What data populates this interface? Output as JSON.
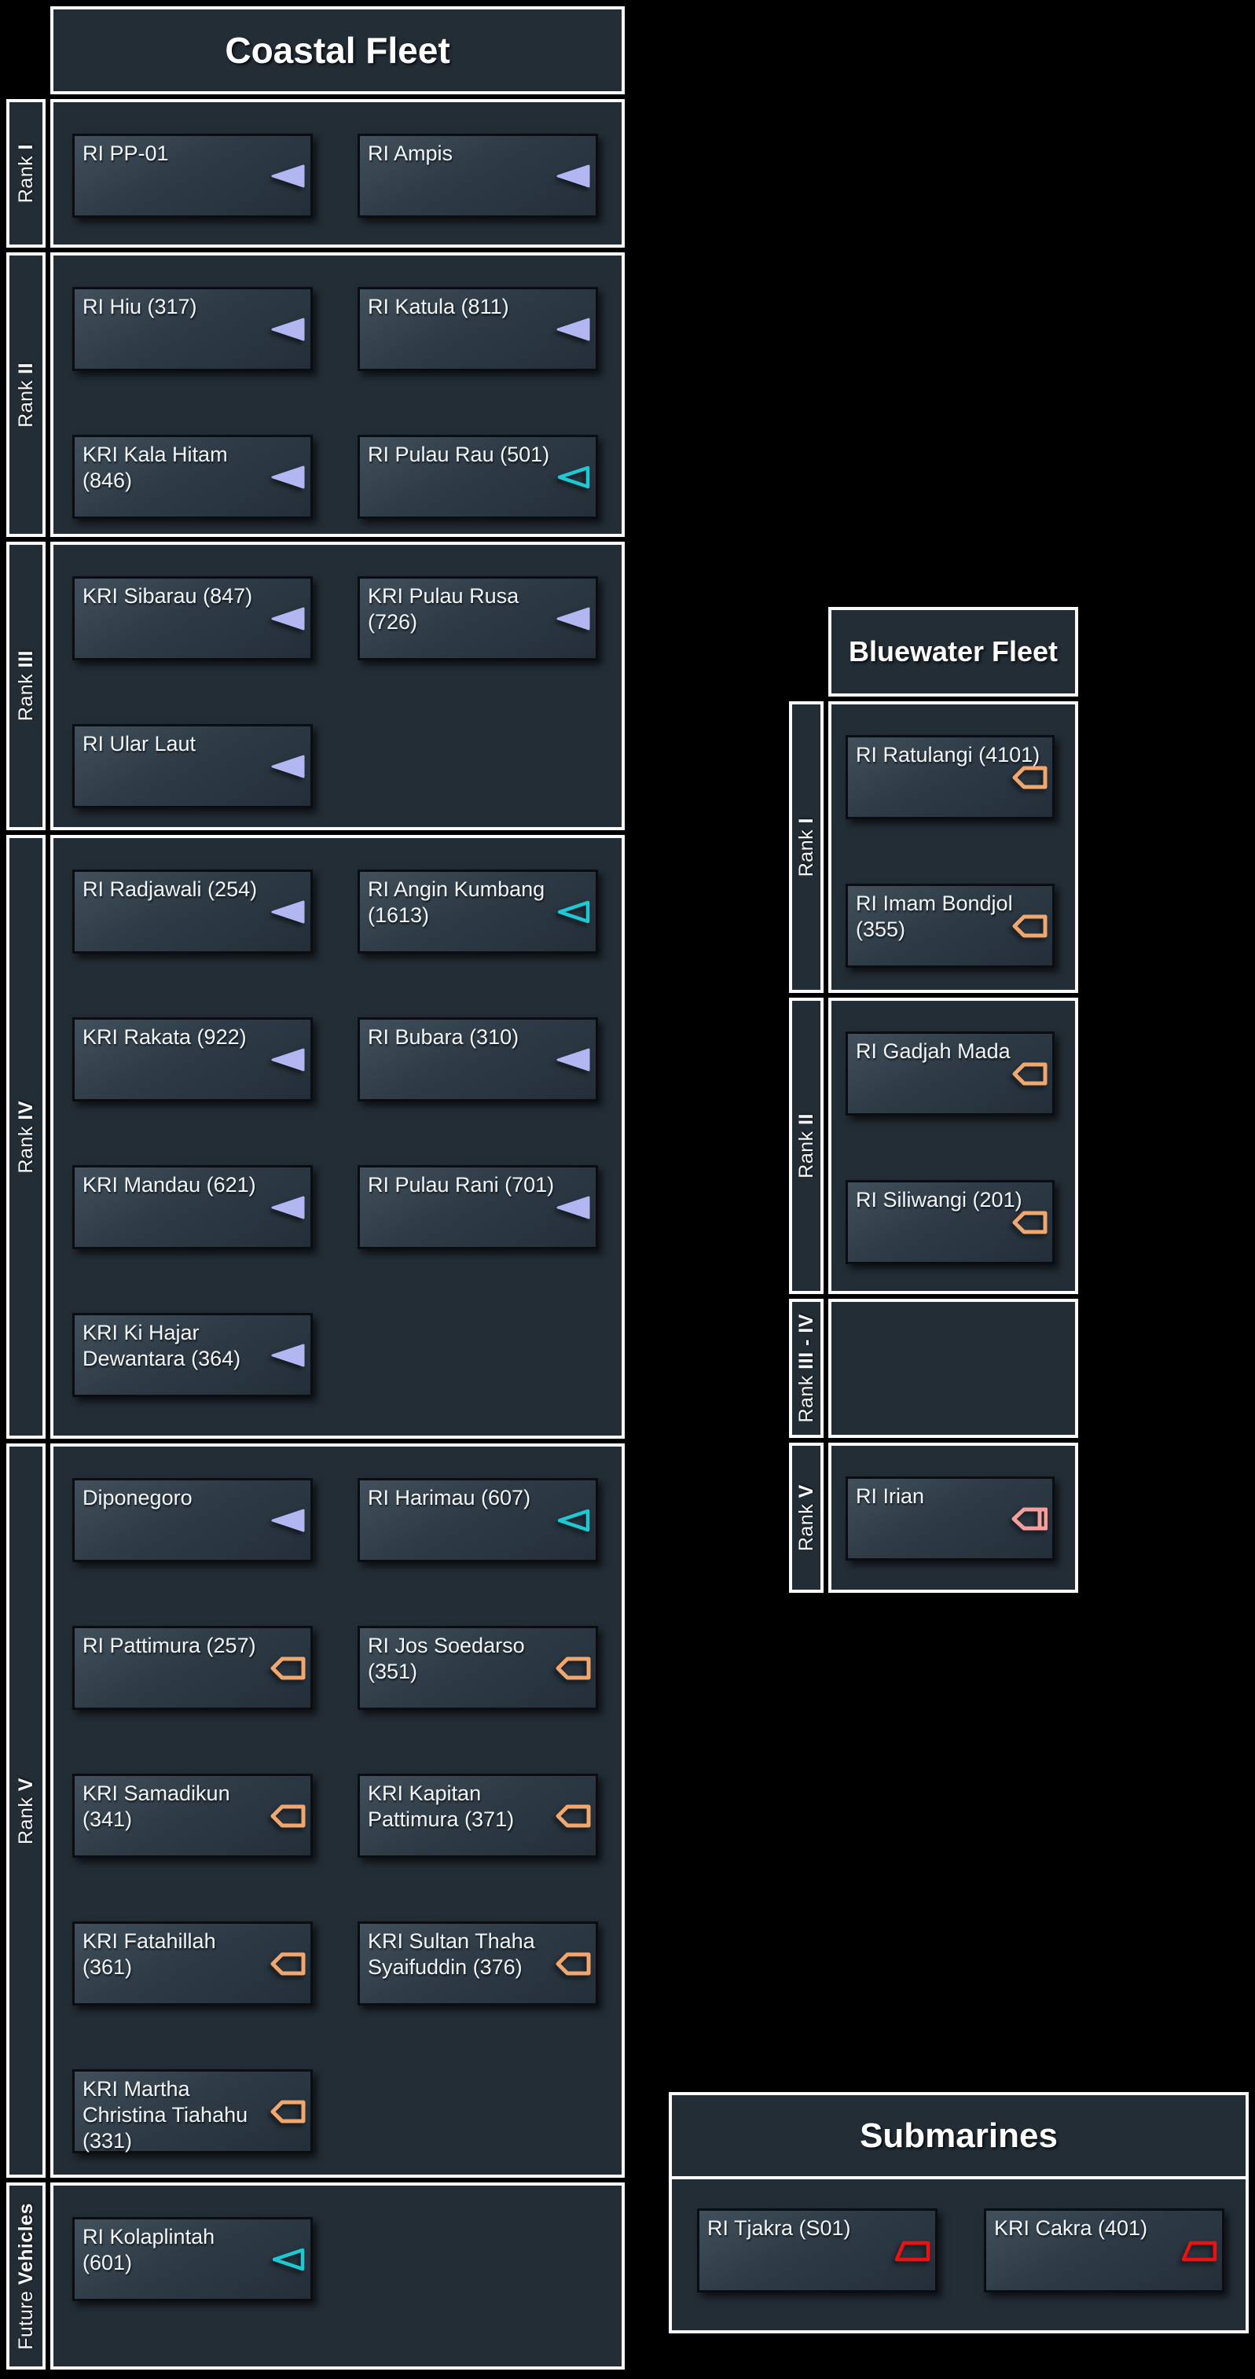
{
  "coastal": {
    "title": "Coastal Fleet",
    "ranks": [
      {
        "label": "Rank",
        "numeral": "I",
        "ships": [
          {
            "name": "RI PP-01",
            "icon": "boat-filled"
          },
          {
            "name": "RI Ampis",
            "icon": "boat-filled"
          }
        ]
      },
      {
        "label": "Rank",
        "numeral": "II",
        "ships": [
          {
            "name": "RI Hiu (317)",
            "icon": "boat-filled"
          },
          {
            "name": "RI Katula (811)",
            "icon": "boat-filled"
          },
          {
            "name": "KRI Kala Hitam (846)",
            "icon": "boat-filled"
          },
          {
            "name": "RI Pulau Rau (501)",
            "icon": "boat-outline"
          }
        ]
      },
      {
        "label": "Rank",
        "numeral": "III",
        "ships": [
          {
            "name": "KRI Sibarau (847)",
            "icon": "boat-filled"
          },
          {
            "name": "KRI Pulau Rusa (726)",
            "icon": "boat-filled"
          },
          {
            "name": "RI Ular Laut",
            "icon": "boat-filled"
          }
        ]
      },
      {
        "label": "Rank",
        "numeral": "IV",
        "ships": [
          {
            "name": "RI Radjawali (254)",
            "icon": "boat-filled"
          },
          {
            "name": "RI Angin Kumbang (1613)",
            "icon": "boat-outline"
          },
          {
            "name": "KRI Rakata (922)",
            "icon": "boat-filled"
          },
          {
            "name": "RI Bubara (310)",
            "icon": "boat-filled"
          },
          {
            "name": "KRI Mandau (621)",
            "icon": "boat-filled"
          },
          {
            "name": "RI Pulau Rani (701)",
            "icon": "boat-filled"
          },
          {
            "name": "KRI Ki Hajar Dewantara (364)",
            "icon": "boat-filled"
          }
        ]
      },
      {
        "label": "Rank",
        "numeral": "V",
        "ships": [
          {
            "name": "Diponegoro",
            "icon": "boat-filled"
          },
          {
            "name": "RI Harimau (607)",
            "icon": "boat-outline"
          },
          {
            "name": "RI Pattimura (257)",
            "icon": "frigate-outline"
          },
          {
            "name": "RI Jos Soedarso (351)",
            "icon": "frigate-outline"
          },
          {
            "name": "KRI Samadikun (341)",
            "icon": "frigate-outline"
          },
          {
            "name": "KRI Kapitan Pattimura (371)",
            "icon": "frigate-outline"
          },
          {
            "name": "KRI Fatahillah (361)",
            "icon": "frigate-outline"
          },
          {
            "name": "KRI Sultan Thaha Syaifuddin (376)",
            "icon": "frigate-outline"
          },
          {
            "name": "KRI Martha Christina Tiahahu (331)",
            "icon": "frigate-outline"
          }
        ]
      },
      {
        "label": "Future",
        "numeral": "Vehicles",
        "ships": [
          {
            "name": "RI Kolaplintah (601)",
            "icon": "boat-outline"
          }
        ]
      }
    ]
  },
  "bluewater": {
    "title": "Bluewater Fleet",
    "ranks": [
      {
        "label": "Rank",
        "numeral": "I",
        "ships": [
          {
            "name": "RI Ratulangi (4101)",
            "icon": "frigate-outline"
          },
          {
            "name": "RI Imam Bondjol (355)",
            "icon": "frigate-outline"
          }
        ]
      },
      {
        "label": "Rank",
        "numeral": "II",
        "ships": [
          {
            "name": "RI Gadjah Mada",
            "icon": "frigate-outline"
          },
          {
            "name": "RI Siliwangi (201)",
            "icon": "frigate-outline"
          }
        ]
      },
      {
        "label": "Rank",
        "numeral": "III - IV",
        "ships": []
      },
      {
        "label": "Rank",
        "numeral": "V",
        "ships": [
          {
            "name": "RI Irian",
            "icon": "cruiser-outline"
          }
        ]
      }
    ]
  },
  "submarines": {
    "title": "Submarines",
    "ships": [
      {
        "name": "RI Tjakra (S01)",
        "icon": "submarine-outline"
      },
      {
        "name": "KRI Cakra (401)",
        "icon": "submarine-outline"
      }
    ]
  },
  "icon_colors": {
    "boat-filled": "#b2b7f2",
    "boat-outline": "#1fc9d4",
    "frigate-outline": "#f2a76e",
    "cruiser-outline": "#f59e9e",
    "submarine-outline": "#ed1212"
  }
}
